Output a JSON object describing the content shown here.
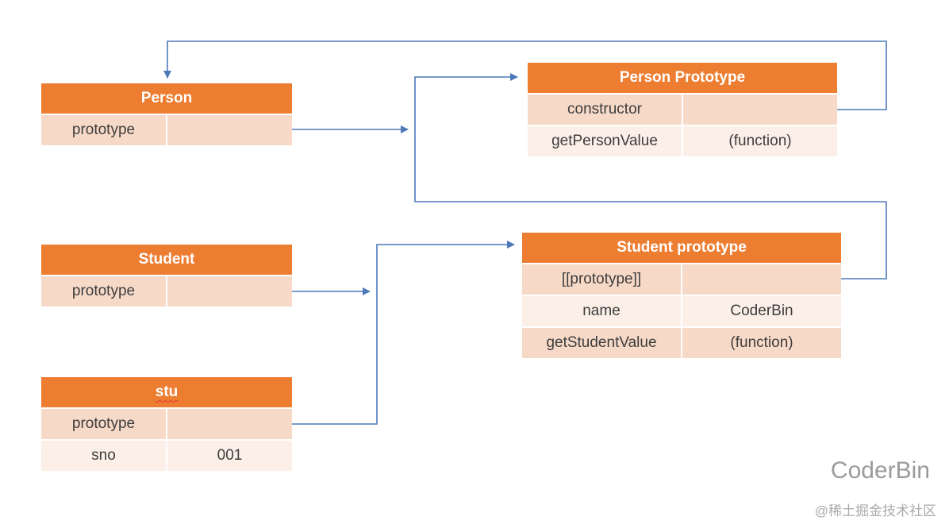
{
  "colors": {
    "accent": "#ED7D31",
    "header_text": "#FFFFFF",
    "row_dark": "#F7D9C8",
    "row_light": "#FCEFE8",
    "cell_text": "#3D3D3D",
    "connector": "#4D79B8",
    "misspell": "#E03A2F",
    "watermark": "#9B9B9B",
    "watermark_small": "#ABABAB"
  },
  "tables": {
    "person": {
      "title": "Person",
      "rows": [
        {
          "key": "prototype",
          "value": ""
        }
      ]
    },
    "person_prototype": {
      "title": "Person Prototype",
      "rows": [
        {
          "key": "constructor",
          "value": ""
        },
        {
          "key": "getPersonValue",
          "value": "(function)"
        }
      ]
    },
    "student": {
      "title": "Student",
      "rows": [
        {
          "key": "prototype",
          "value": ""
        }
      ]
    },
    "student_prototype": {
      "title": "Student prototype",
      "rows": [
        {
          "key": "[[prototype]]",
          "value": ""
        },
        {
          "key": "name",
          "value": "CoderBin"
        },
        {
          "key": "getStudentValue",
          "value": "(function)"
        }
      ]
    },
    "stu": {
      "title": "stu",
      "rows": [
        {
          "key": "prototype",
          "value": ""
        },
        {
          "key": "sno",
          "value": "001"
        }
      ]
    }
  },
  "edges": [
    {
      "from": "Person Prototype.constructor",
      "to": "Person"
    },
    {
      "from": "Person.prototype",
      "to": "Person Prototype"
    },
    {
      "from": "Student prototype.[[prototype]]",
      "to": "Person Prototype"
    },
    {
      "from": "Student.prototype",
      "to": "Student prototype"
    },
    {
      "from": "stu.prototype",
      "to": "Student prototype"
    }
  ],
  "watermark": {
    "name": "CoderBin",
    "community": "@稀土掘金技术社区"
  }
}
